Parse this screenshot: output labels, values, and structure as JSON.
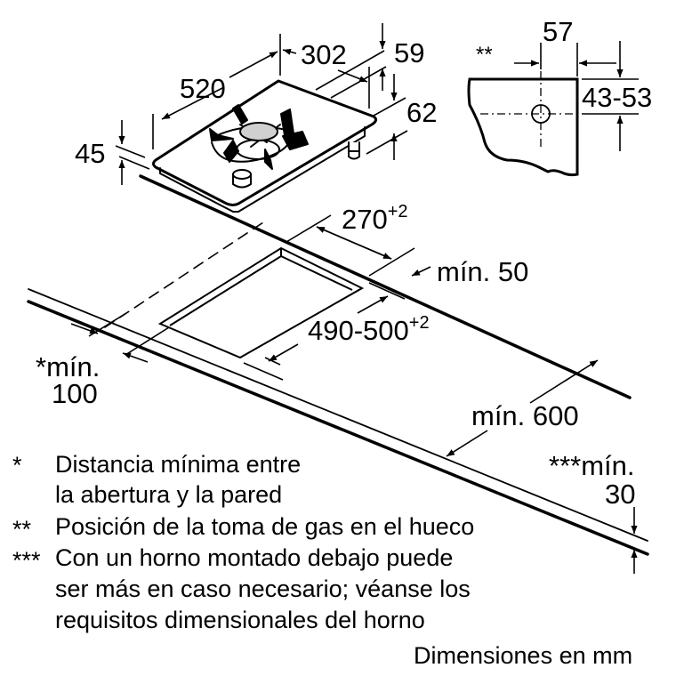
{
  "diagram": {
    "title": "Gas hob installation dimensions",
    "colors": {
      "line": "#000000",
      "burner_cap": "#d0d0d0",
      "background": "#ffffff"
    }
  },
  "appliance_dimensions": {
    "depth": "520",
    "width": "302",
    "height_above_worktop": "45",
    "height_below_worktop_1": "59",
    "height_below_worktop_2": "62"
  },
  "gas_connection": {
    "marker": "**",
    "horizontal": "57",
    "vertical": "43-53"
  },
  "cutout": {
    "width": "270",
    "width_tol": "+2",
    "depth": "490-500",
    "depth_tol": "+2",
    "min_back": "mín. 50",
    "min_wall_prefix": "*",
    "min_wall_line1": "mín.",
    "min_wall_line2": "100",
    "min_worktop_depth": "mín. 600",
    "min_oven_prefix": "***",
    "min_oven_line1": "mín.",
    "min_oven_line2": "30"
  },
  "notes": [
    {
      "marker": "*",
      "lines": [
        "Distancia mínima entre",
        "la abertura y la pared"
      ]
    },
    {
      "marker": "**",
      "lines": [
        "Posición de la toma de gas en el hueco"
      ]
    },
    {
      "marker": "***",
      "lines": [
        "Con un horno montado debajo puede",
        "ser más en caso necesario; véanse los",
        "requisitos dimensionales del horno"
      ]
    }
  ],
  "units": "Dimensiones en mm"
}
